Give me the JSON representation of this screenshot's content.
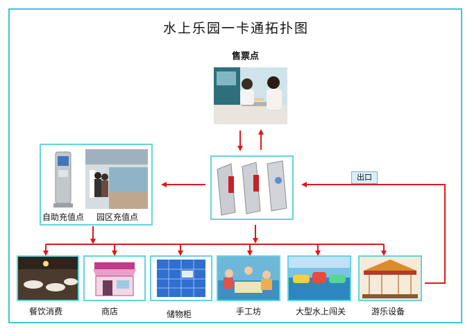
{
  "title": "水上乐园一卡通拓扑图",
  "ticket_office": {
    "label": "售票点"
  },
  "recharge": {
    "self_service_label": "自助充值点",
    "park_label": "园区充值点"
  },
  "exit_label": "出口",
  "facilities": [
    {
      "label": "餐饮消费"
    },
    {
      "label": "商店"
    },
    {
      "label": "储物柜"
    },
    {
      "label": "手工坊"
    },
    {
      "label": "大型水上闯关"
    },
    {
      "label": "游乐设备"
    }
  ],
  "colors": {
    "frame": "#38c6d6",
    "box_border": "#62d4e0",
    "arrow": "#e0161b"
  }
}
